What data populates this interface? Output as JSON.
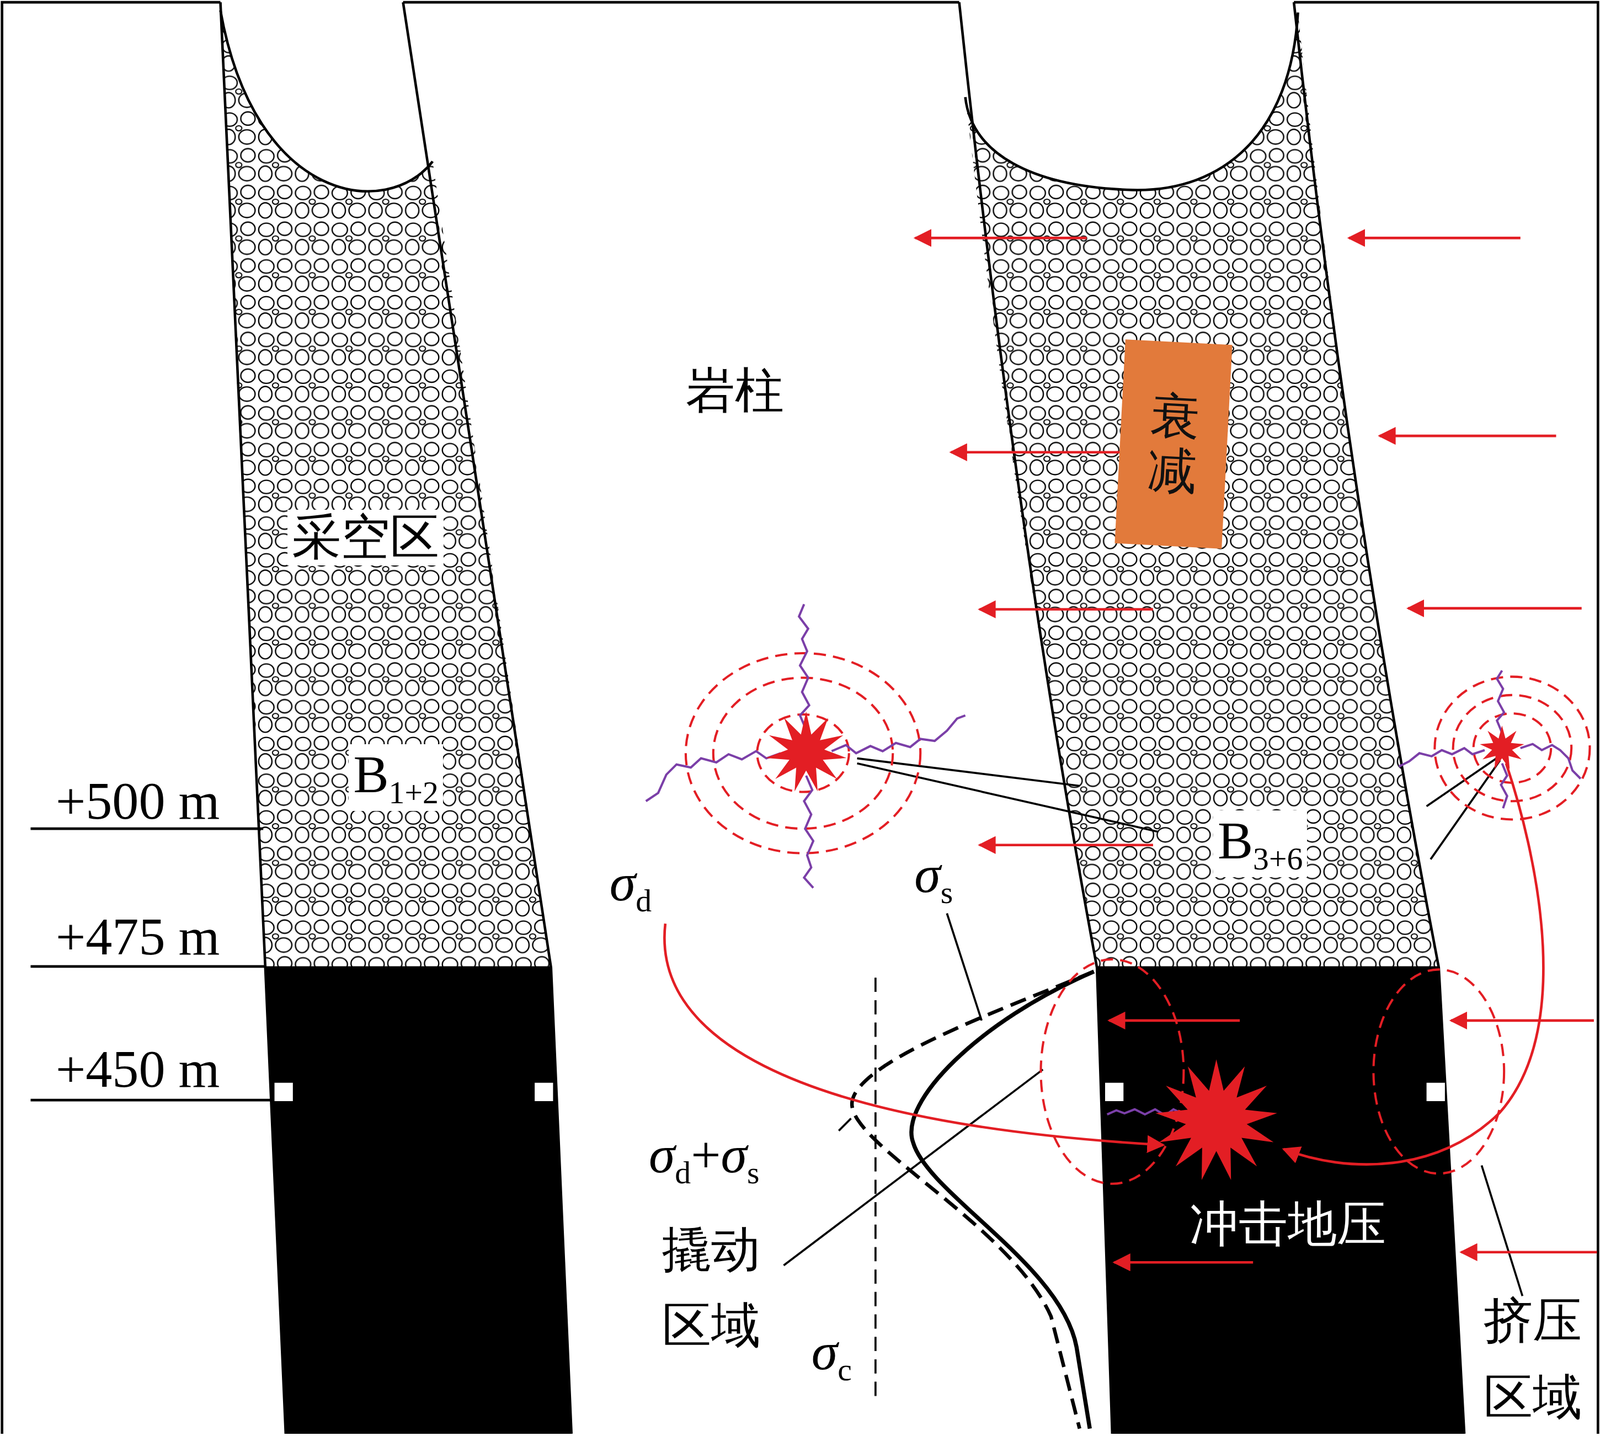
{
  "diagram": {
    "nodes": [
      {
        "text": [
          "衰减"
        ]
      }
    ],
    "labels": [
      "+500 m",
      "+475 m",
      "+450 m",
      "采空区",
      "B1+2",
      "岩柱",
      "B3+6",
      "σd",
      "σs",
      "σd+σs",
      "撬动 区域",
      "σc",
      "冲击地压",
      "挤压 区域"
    ]
  }
}
